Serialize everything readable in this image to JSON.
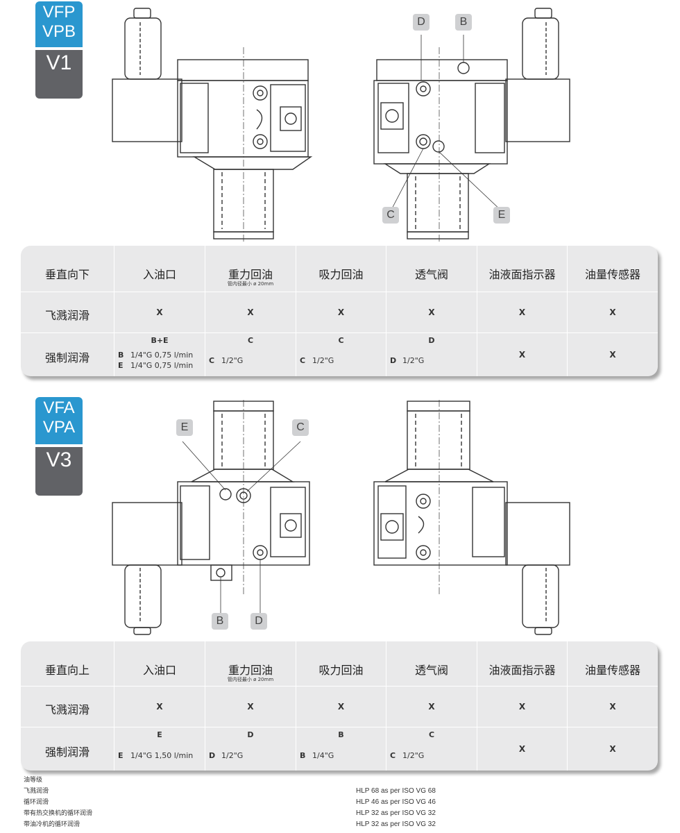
{
  "top": {
    "badge_lines": [
      "VFP",
      "VPB"
    ],
    "badge_code": "V1",
    "callouts": {
      "d": "D",
      "b": "B",
      "c": "C",
      "e": "E"
    },
    "table": {
      "corner": "垂直向下",
      "columns": [
        "入油口",
        "重力回油",
        "吸力回油",
        "透气阀",
        "油液面指示器",
        "油量传感器"
      ],
      "column_note": "管内径最小 ø 20mm",
      "row1": {
        "label": "飞溅润滑",
        "marks": [
          "X",
          "X",
          "X",
          "X",
          "X",
          "X"
        ]
      },
      "row2": {
        "label": "强制润滑",
        "codes": [
          "B+E",
          "C",
          "C",
          "D",
          "X",
          "X"
        ],
        "details": [
          [
            {
              "letter": "B",
              "text": "1/4\"G 0,75 l/min"
            },
            {
              "letter": "E",
              "text": "1/4\"G 0,75 l/min"
            }
          ],
          [
            {
              "letter": "C",
              "text": "1/2\"G"
            }
          ],
          [
            {
              "letter": "C",
              "text": "1/2\"G"
            }
          ],
          [
            {
              "letter": "D",
              "text": "1/2\"G"
            }
          ]
        ]
      }
    }
  },
  "bottom": {
    "badge_lines": [
      "VFA",
      "VPA"
    ],
    "badge_code": "V3",
    "callouts": {
      "e": "E",
      "c": "C",
      "b": "B",
      "d": "D"
    },
    "table": {
      "corner": "垂直向上",
      "columns": [
        "入油口",
        "重力回油",
        "吸力回油",
        "透气阀",
        "油液面指示器",
        "油量传感器"
      ],
      "column_note": "管内径最小 ø 20mm",
      "row1": {
        "label": "飞溅润滑",
        "marks": [
          "X",
          "X",
          "X",
          "X",
          "X",
          "X"
        ]
      },
      "row2": {
        "label": "强制润滑",
        "codes": [
          "E",
          "D",
          "B",
          "C",
          "X",
          "X"
        ],
        "details": [
          [
            {
              "letter": "E",
              "text": "1/4\"G 1,50 l/min"
            }
          ],
          [
            {
              "letter": "D",
              "text": "1/2\"G"
            }
          ],
          [
            {
              "letter": "B",
              "text": "1/4\"G"
            }
          ],
          [
            {
              "letter": "C",
              "text": "1/2\"G"
            }
          ]
        ]
      }
    }
  },
  "footnote": {
    "heading": "油等级",
    "rows": [
      {
        "label": "飞溅润滑",
        "grade": "HLP 68 as per ISO VG 68"
      },
      {
        "label": "循环润滑",
        "grade": "HLP 46 as per ISO VG 46"
      },
      {
        "label": "带有热交换机的循环润滑",
        "grade": "HLP 32 as per ISO VG 32"
      },
      {
        "label": "带油冷机的循环润滑",
        "grade": "HLP 32 as per ISO VG 32"
      }
    ]
  }
}
